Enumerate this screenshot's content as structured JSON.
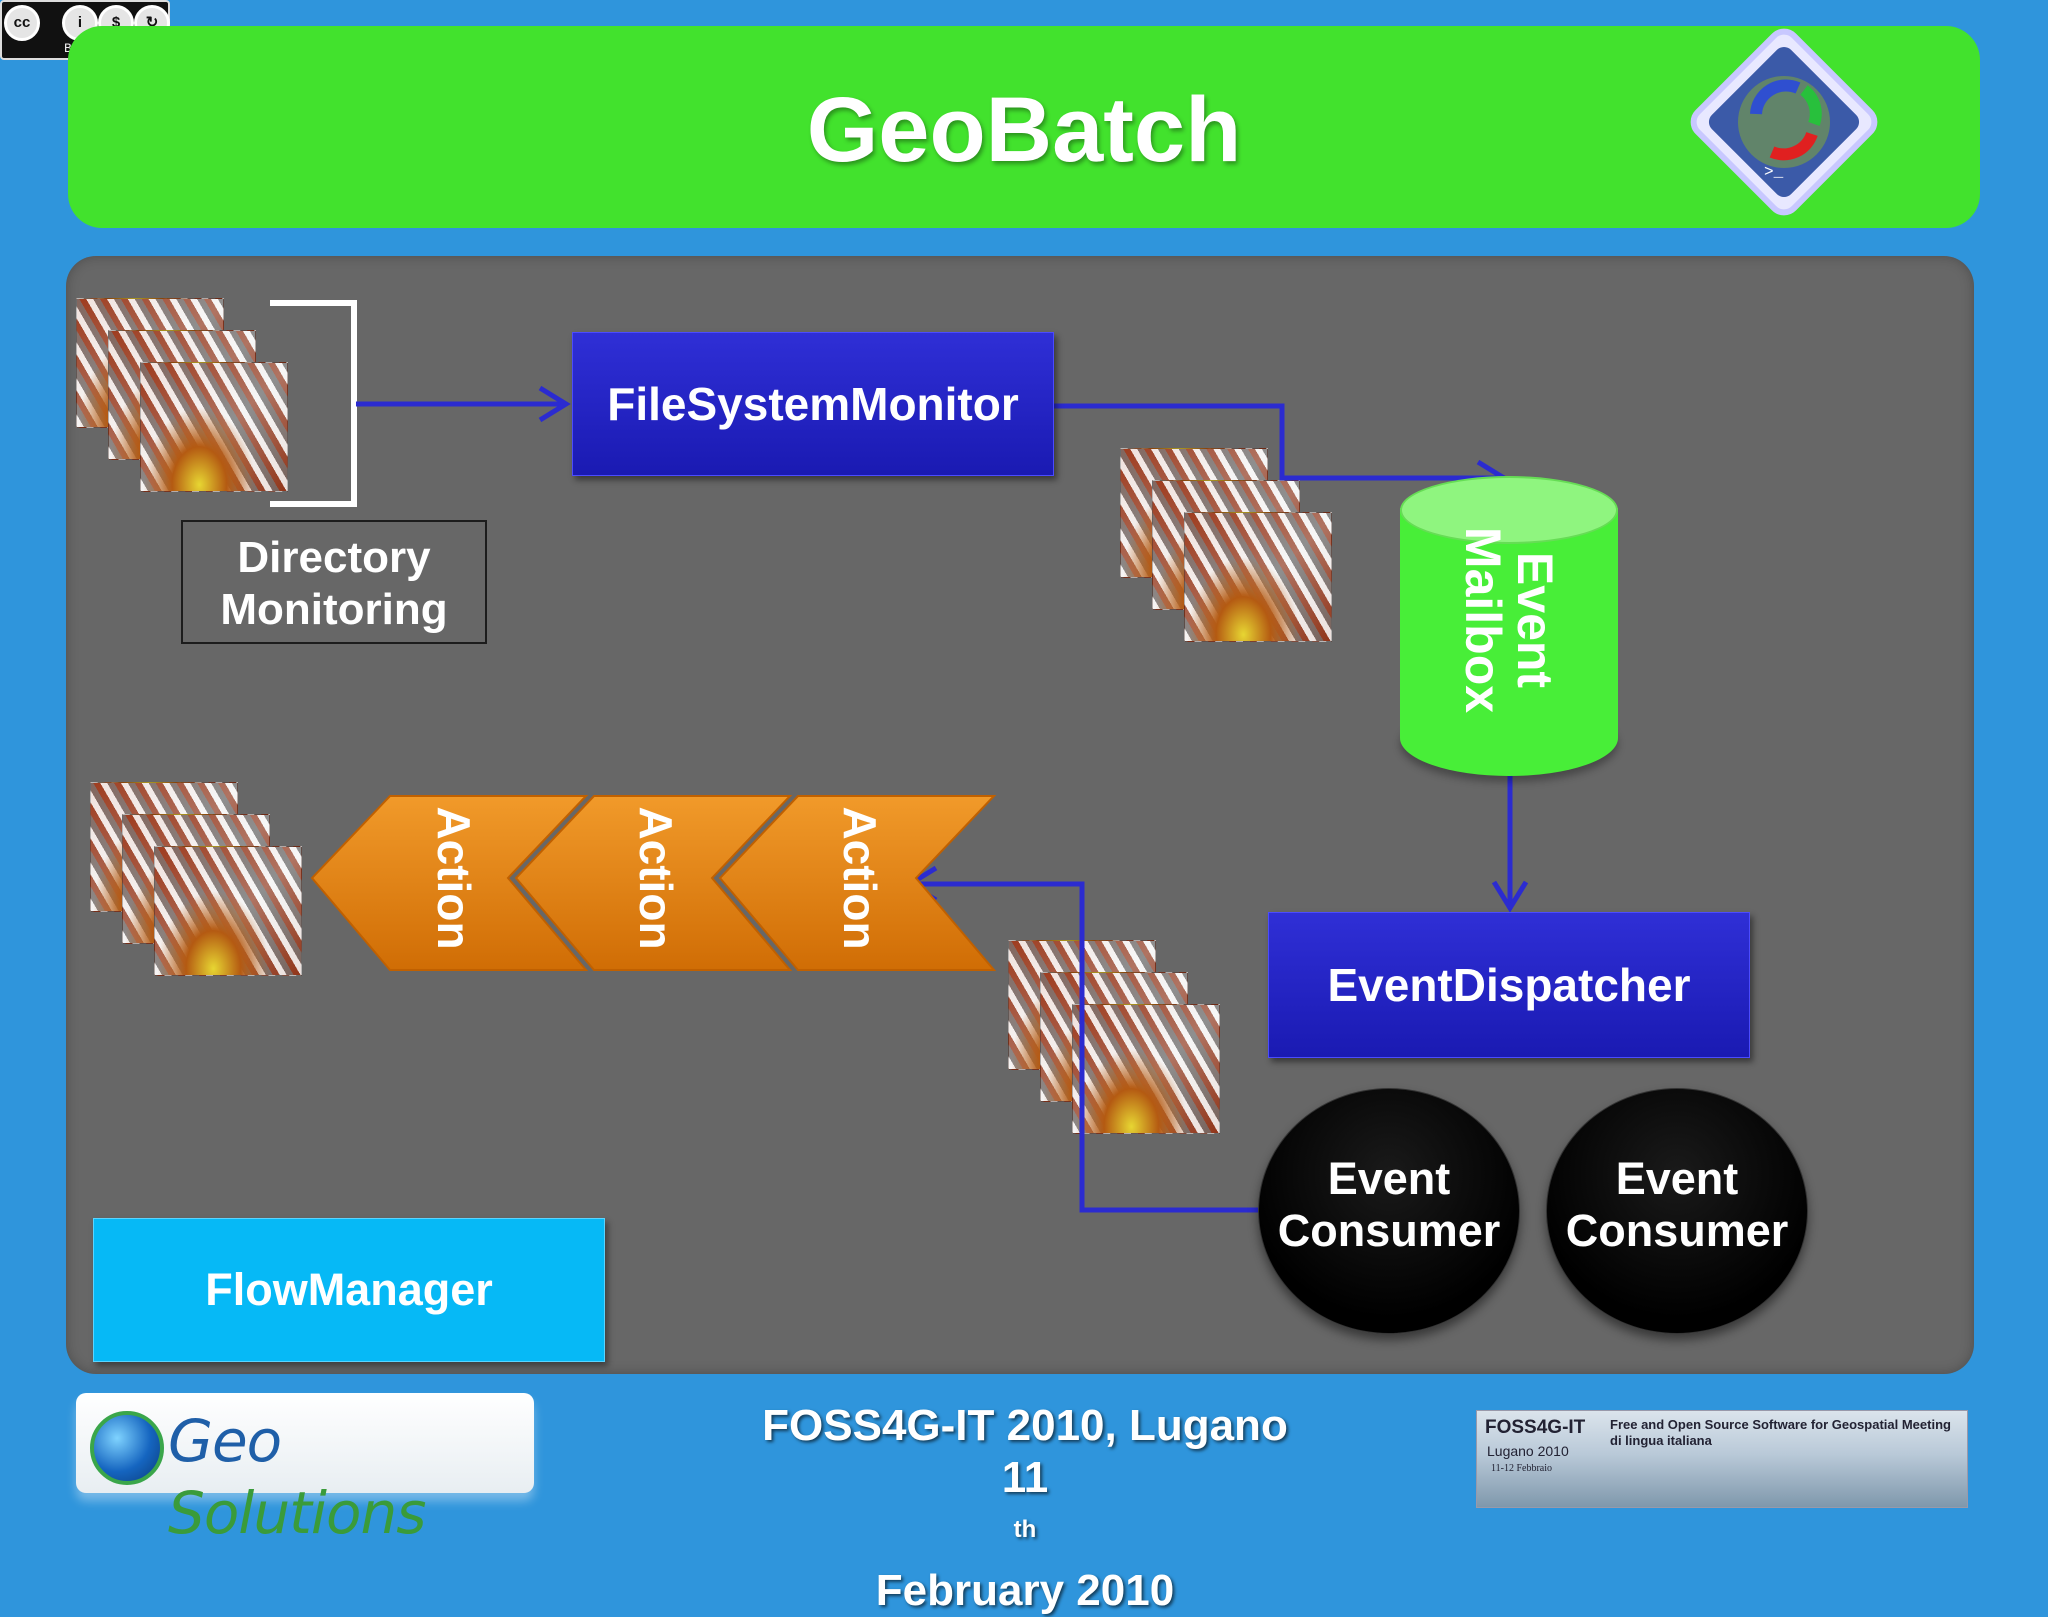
{
  "license_badge": {
    "cc": "cc",
    "by": "BY",
    "nc": "NC",
    "sa": "SA"
  },
  "header": {
    "title": "GeoBatch",
    "logo_icon": "geobatch-cycle-icon"
  },
  "diagram": {
    "directory_monitoring": [
      "Directory",
      "Monitoring"
    ],
    "filesystem_monitor": "FileSystemMonitor",
    "event_mailbox": [
      "Event",
      "Mailbox"
    ],
    "event_dispatcher": "EventDispatcher",
    "event_consumers": [
      [
        "Event",
        "Consumer"
      ],
      [
        "Event",
        "Consumer"
      ]
    ],
    "actions": [
      "Action",
      "Action",
      "Action"
    ],
    "flow_manager": "FlowManager"
  },
  "footer": {
    "geosolutions": {
      "geo": "Geo",
      "solutions": "Solutions"
    },
    "conference_line1": "FOSS4G-IT 2010, Lugano",
    "conference_line2_day": "11",
    "conference_line2_suffix": "th",
    "conference_line2_rest": " February 2010",
    "foss4g_logo": {
      "name": "FOSS4G-IT",
      "place": "Lugano 2010",
      "dates": "11-12 Febbraio",
      "tagline": "Free and Open Source Software for Geospatial Meeting di lingua italiana"
    }
  },
  "colors": {
    "background": "#2f95dc",
    "header": "#42e22d",
    "panel": "#676767",
    "blue_box": "#2222c4",
    "mailbox": "#48ee38",
    "action": "#e9820f",
    "flow_manager": "#06b9f6",
    "connector": "#2b2bd0"
  }
}
